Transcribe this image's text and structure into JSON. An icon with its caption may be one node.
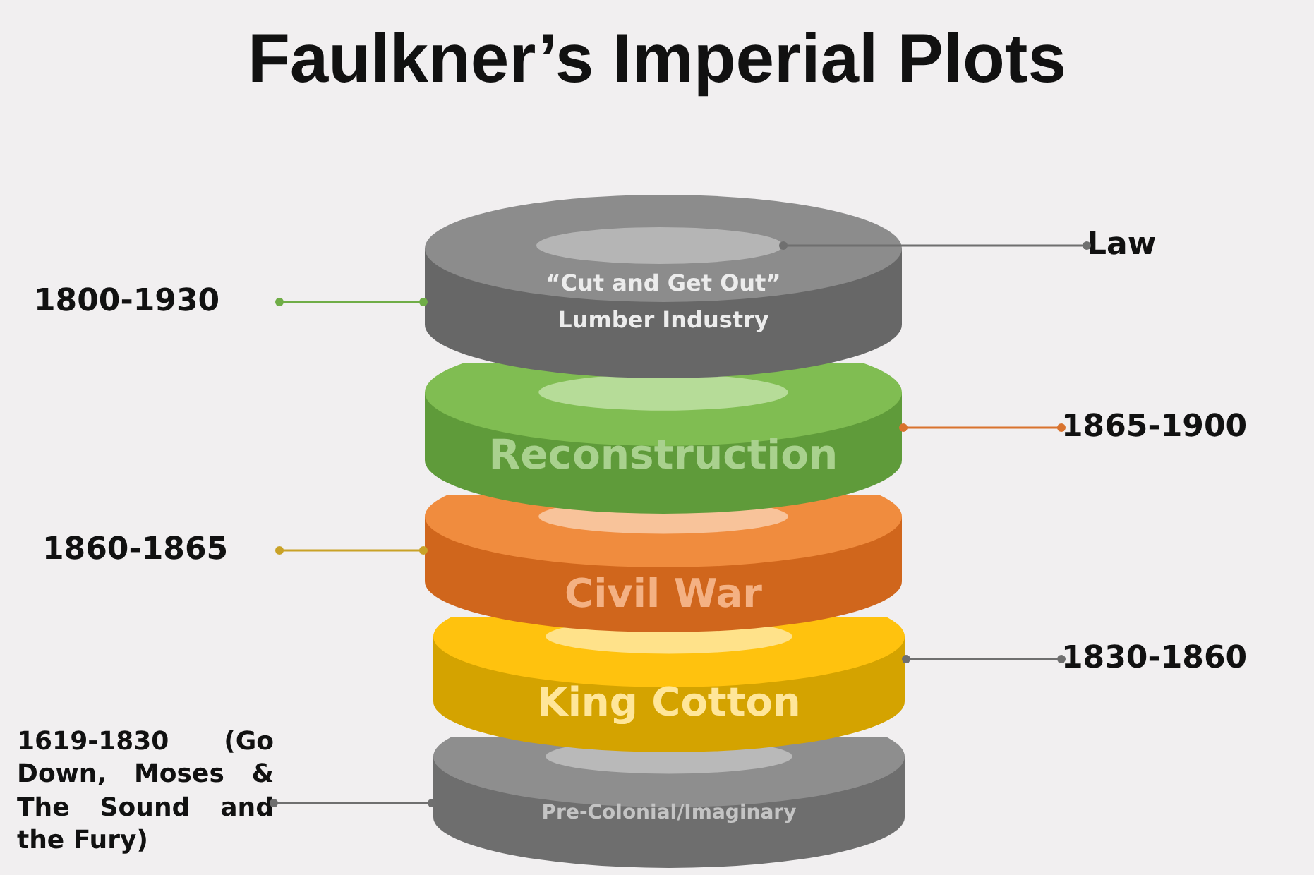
{
  "diagram": {
    "title": "Faulkner’s Imperial Plots",
    "nodes": [
      {
        "text": [
          "“Cut and Get Out” Lumber Industry"
        ]
      },
      {
        "text": [],
        "shape": "ellipse"
      },
      {
        "text": [
          "Reconstruction"
        ]
      },
      {
        "text": [
          "Civil War"
        ]
      },
      {
        "text": [
          "King Cotton"
        ]
      },
      {
        "text": [
          "Pre-Colonial/Imaginary"
        ]
      },
      {
        "text": [
          "Law"
        ]
      },
      {
        "text": [
          "1800-1930"
        ]
      },
      {
        "text": [
          "1865-1900"
        ]
      },
      {
        "text": [
          "1860-1865"
        ]
      },
      {
        "text": [
          "1830-1860"
        ]
      },
      {
        "text": [
          "1619-1830 (Go Down, Moses & The Sound and the Fury)"
        ]
      }
    ],
    "edges": [
      {
        "from": 6,
        "to": 1,
        "arrow": "other"
      },
      {
        "from": 7,
        "to": 0,
        "arrow": "other",
        "color": "#70ad47"
      },
      {
        "from": 8,
        "to": 2,
        "arrow": "other",
        "color": "#d9732e"
      },
      {
        "from": 9,
        "to": 3,
        "arrow": "other",
        "color": "#c9a227"
      },
      {
        "from": 10,
        "to": 4,
        "arrow": "other"
      },
      {
        "from": 11,
        "to": 5,
        "arrow": "other"
      }
    ]
  }
}
